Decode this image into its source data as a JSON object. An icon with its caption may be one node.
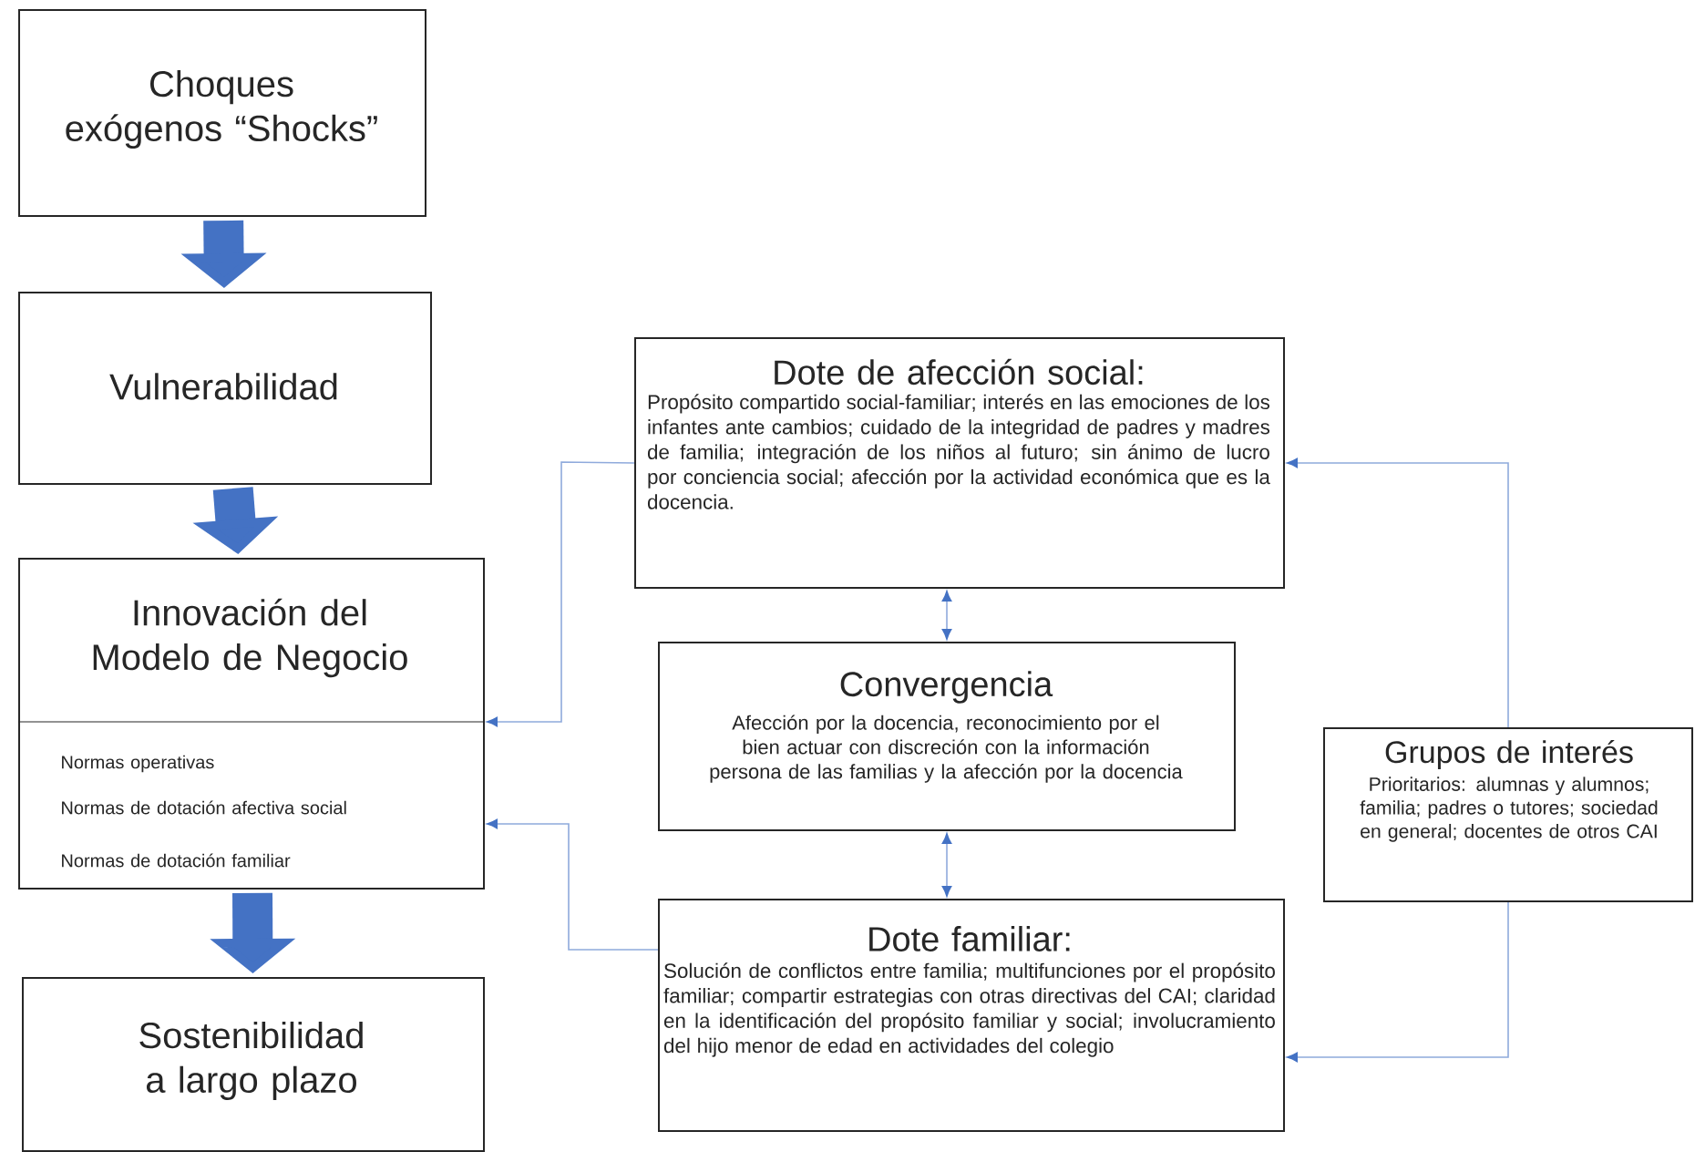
{
  "diagram": {
    "nodes": [
      {
        "text": [
          "Choques exógenos “Shocks”"
        ]
      },
      {
        "text": [
          "Vulnerabilidad"
        ]
      },
      {
        "text": [
          "Innovación del Modelo de Negocio",
          "Normas operativas",
          "Normas de dotación afectiva social",
          "Normas de dotación familiar"
        ]
      },
      {
        "text": [
          "Sostenibilidad a largo plazo"
        ]
      },
      {
        "text": [
          "Dote de afección social:",
          "Propósito compartido social-familiar; interés en las emociones de los infantes ante cambios; cuidado de la integridad de padres y madres de familia; integración de los niños al futuro; sin ánimo de lucro por conciencia social; afección por la actividad económica que es la docencia."
        ]
      },
      {
        "text": [
          "Convergencia",
          "Afección por la docencia, reconocimiento por el bien actuar con discreción con la información persona de las familias y la afección por la docencia"
        ]
      },
      {
        "text": [
          "Dote familiar:",
          "Solución de conflictos entre familia; multifunciones por el propósito familiar; compartir estrategias con otras directivas del CAI; claridad en la identificación del propósito familiar y social; involucramiento del hijo menor de edad en actividades del colegio"
        ]
      },
      {
        "text": [
          "Grupos de interés",
          "Prioritarios: alumnas y alumnos; familia; padres o tutores; sociedad en general; docentes de otros CAI"
        ]
      }
    ],
    "edges": [
      {
        "from": 0,
        "to": 1,
        "arrow": "to",
        "style": "thick"
      },
      {
        "from": 1,
        "to": 2,
        "arrow": "to",
        "style": "thick"
      },
      {
        "from": 2,
        "to": 3,
        "arrow": "to",
        "style": "thick"
      },
      {
        "from": 4,
        "to": 2,
        "arrow": "to"
      },
      {
        "from": 6,
        "to": 2,
        "arrow": "to"
      },
      {
        "from": 4,
        "to": 5,
        "arrow": "both"
      },
      {
        "from": 5,
        "to": 6,
        "arrow": "both"
      },
      {
        "from": 7,
        "to": 4,
        "arrow": "to"
      },
      {
        "from": 7,
        "to": 6,
        "arrow": "to"
      }
    ]
  }
}
